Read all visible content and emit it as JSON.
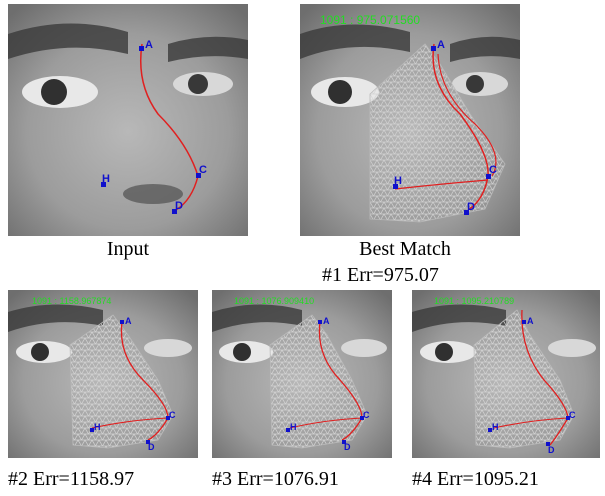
{
  "panels": {
    "input": {
      "caption": "Input",
      "points": [
        "A",
        "C",
        "H",
        "D"
      ]
    },
    "best": {
      "caption": "Best Match",
      "rank": "#1  Err=975.07",
      "overlay": "1091 : 975.071560",
      "points": [
        "A",
        "C",
        "H",
        "D"
      ]
    },
    "m2": {
      "caption": "#2 Err=1158.97",
      "overlay": "1091 : 1158.967874",
      "points": [
        "A",
        "C",
        "H",
        "D"
      ]
    },
    "m3": {
      "caption": "#3 Err=1076.91",
      "overlay": "1091 : 1076.909410",
      "points": [
        "A",
        "C",
        "H",
        "D"
      ]
    },
    "m4": {
      "caption": "#4 Err=1095.21",
      "overlay": "1091 : 1095.210789",
      "points": [
        "A",
        "C",
        "H",
        "D"
      ]
    }
  },
  "colors": {
    "curve": "#e02020",
    "point": "#1010cc",
    "overlay_text": "#22dd22",
    "mesh": "#c8c8c8"
  }
}
